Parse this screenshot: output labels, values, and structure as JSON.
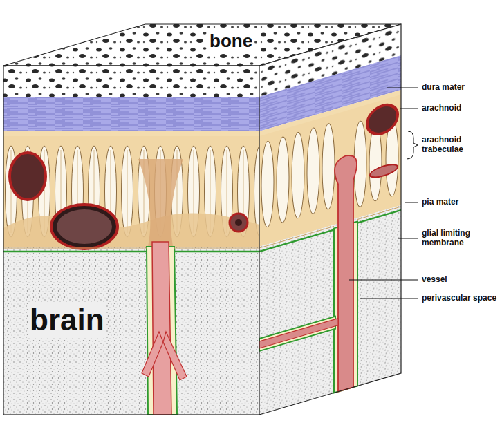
{
  "diagram": {
    "labels": [
      "bone",
      "brain",
      "dura mater",
      "arachnoid",
      "arachnoid trabeculae",
      "pia mater",
      "glial limiting membrane",
      "vessel",
      "perivascular space"
    ]
  }
}
